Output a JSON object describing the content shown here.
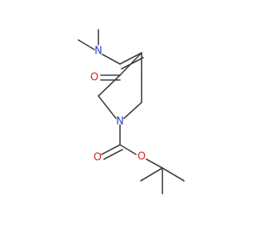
{
  "molecule": {
    "atoms": {
      "n_amine": {
        "label": "N",
        "color": "#2f3fcf"
      },
      "o_ketone": {
        "label": "O",
        "color": "#e02020"
      },
      "n_ring": {
        "label": "N",
        "color": "#2f3fcf"
      },
      "o_carbonyl": {
        "label": "O",
        "color": "#e02020"
      },
      "o_ester": {
        "label": "O",
        "color": "#e02020"
      }
    },
    "bond_color": "#3d3d3d",
    "background": "#ffffff"
  }
}
